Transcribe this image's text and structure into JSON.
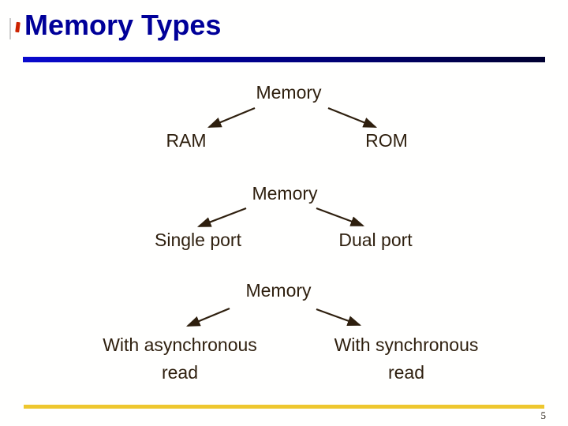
{
  "slide": {
    "title": "Memory Types",
    "page_number": "5",
    "trees": [
      {
        "root": "Memory",
        "left": "RAM",
        "right": "ROM"
      },
      {
        "root": "Memory",
        "left": "Single port",
        "right": "Dual port"
      },
      {
        "root": "Memory",
        "left": "With asynchronous\nread",
        "right": "With synchronous\nread"
      }
    ],
    "colors": {
      "title_text": "#000099",
      "title_rule_left": "#0a0ace",
      "title_rule_right": "#000030",
      "tree_text": "#2e1f0e",
      "bottom_rule": "#eec72e",
      "artifact_red": "#cc2200"
    }
  }
}
